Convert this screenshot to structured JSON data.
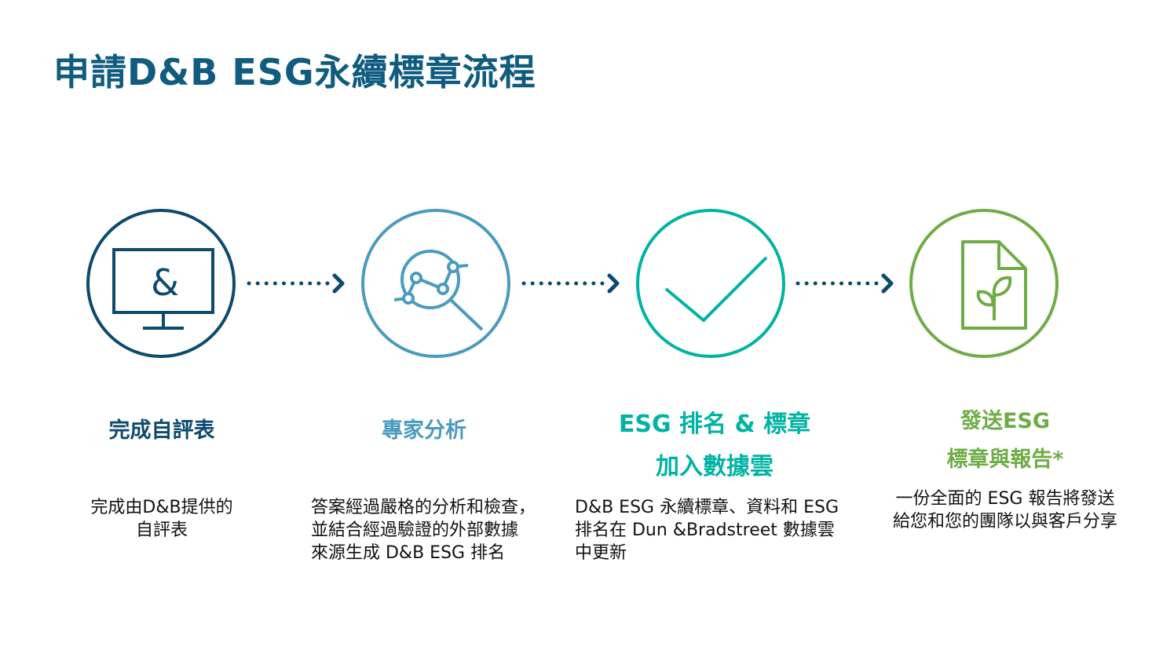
{
  "title": "申請D&B ESG永續標章流程",
  "colors": {
    "title": "#0f5c80",
    "step1": "#0d4a6e",
    "step2": "#4a9bbd",
    "step3": "#00b3a4",
    "step4": "#6fac46",
    "arrow": "#0d4a6e"
  },
  "steps": [
    {
      "icon": "monitor-db-icon",
      "heading": [
        "完成自評表"
      ],
      "desc": [
        "完成由D&B提供的",
        "自評表"
      ]
    },
    {
      "icon": "analysis-magnifier-icon",
      "heading": [
        "專家分析"
      ],
      "desc": [
        "答案經過嚴格的分析和檢查，",
        "並結合經過驗證的外部數據",
        "來源生成 D&B ESG 排名"
      ]
    },
    {
      "icon": "checkmark-icon",
      "heading": [
        "ESG 排名 & 標章",
        "加入數據雲"
      ],
      "desc": [
        "D&B ESG 永續標章、資料和 ESG",
        "排名在 Dun &Bradstreet 數據雲",
        "中更新"
      ]
    },
    {
      "icon": "document-plant-icon",
      "heading": [
        "發送ESG",
        "標章與報告*"
      ],
      "desc": [
        "一份全面的 ESG 報告將發送",
        "給您和您的團隊以與客戶分享"
      ]
    }
  ]
}
